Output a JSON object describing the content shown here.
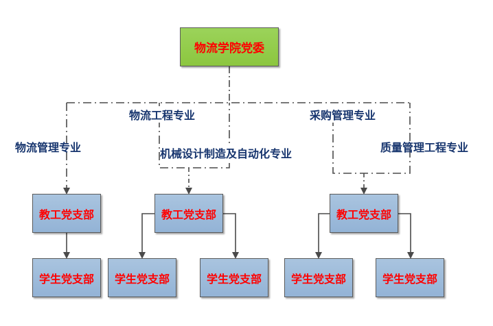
{
  "root": {
    "label": "物流学院党委"
  },
  "majors": {
    "logistics_mgmt": "物流管理专业",
    "logistics_eng": "物流工程专业",
    "mech_design": "机械设计制造及自动化专业",
    "procurement": "采购管理专业",
    "quality_eng": "质量管理工程专业"
  },
  "faculty_branches": [
    {
      "label": "教工党支部"
    },
    {
      "label": "教工党支部"
    },
    {
      "label": "教工党支部"
    }
  ],
  "student_branches": [
    {
      "label": "学生党支部"
    },
    {
      "label": "学生党支部"
    },
    {
      "label": "学生党支部"
    },
    {
      "label": "学生党支部"
    },
    {
      "label": "学生党支部"
    }
  ],
  "colors": {
    "root_fill": "#8cc63f",
    "branch_fill": "#9ebbd9",
    "node_text": "#ff0000",
    "major_text": "#17356e",
    "connector": "#4a4a4a"
  }
}
